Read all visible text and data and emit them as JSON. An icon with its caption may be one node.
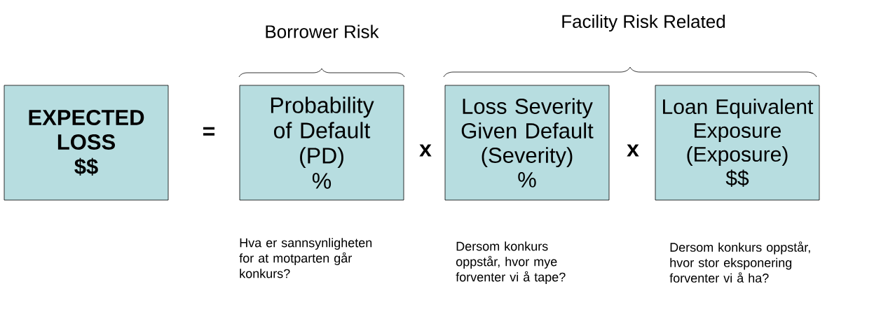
{
  "diagram": {
    "nodes": [
      {
        "text": [
          "EXPECTED LOSS",
          "$$"
        ]
      },
      {
        "text": [
          "Probability of Default (PD)",
          "%"
        ],
        "beside": [
          "Hva er sannsynligheten for at motparten går konkurs?"
        ]
      },
      {
        "text": [
          "Loss Severity Given Default (Severity)",
          "%"
        ],
        "beside": [
          "Dersom konkurs oppstår, hvor mye forventer vi å tape?"
        ]
      },
      {
        "text": [
          "Loan Equivalent Exposure (Exposure)",
          "$$"
        ],
        "beside": [
          "Dersom konkurs oppstår, hvor stor eksponering forventer vi å ha?"
        ]
      }
    ],
    "edges": [],
    "labels": [
      "Facility Risk Related",
      "Borrower Risk",
      "=",
      "x",
      "x"
    ]
  }
}
